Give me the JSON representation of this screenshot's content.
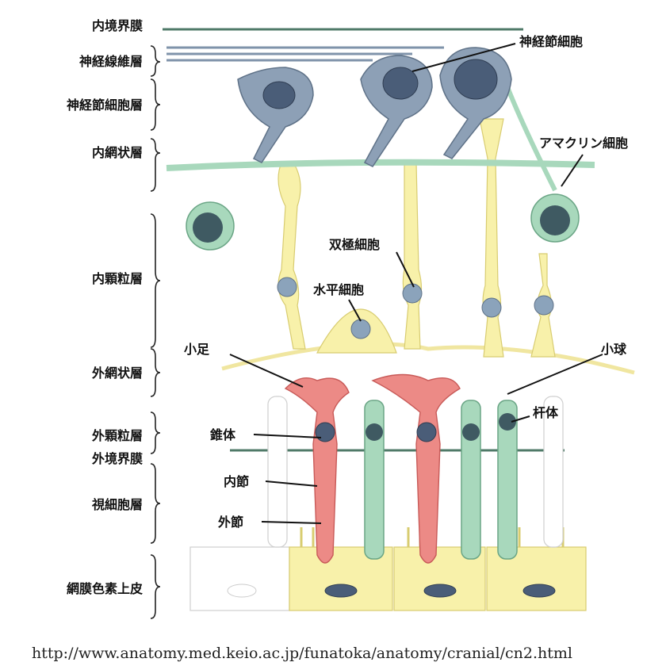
{
  "layers": [
    "内境界膜",
    "神経線維層",
    "神経節細胞層",
    "内網状層",
    "内顆粒層",
    "外網状層",
    "外顆粒層",
    "外境界膜",
    "視細胞層",
    "網膜色素上皮"
  ],
  "cells": {
    "ganglion": "神経節細胞",
    "amacrine": "アマクリン細胞",
    "bipolar": "双極細胞",
    "horizontal": "水平細胞",
    "pedicle": "小足",
    "spherule": "小球",
    "rod": "杆体",
    "cone": "錐体",
    "inner_segment": "内節",
    "outer_segment": "外節"
  },
  "source_url": "http://www.anatomy.med.keio.ac.jp/funatoka/anatomy/cranial/cn2.html",
  "colors": {
    "ganglion": "#8da0b6",
    "amacrine_rod": "#a8d8bc",
    "bipolar_rpe": "#f8f1aa",
    "cone": "#ec8a86",
    "membrane": "#4f7a68"
  }
}
